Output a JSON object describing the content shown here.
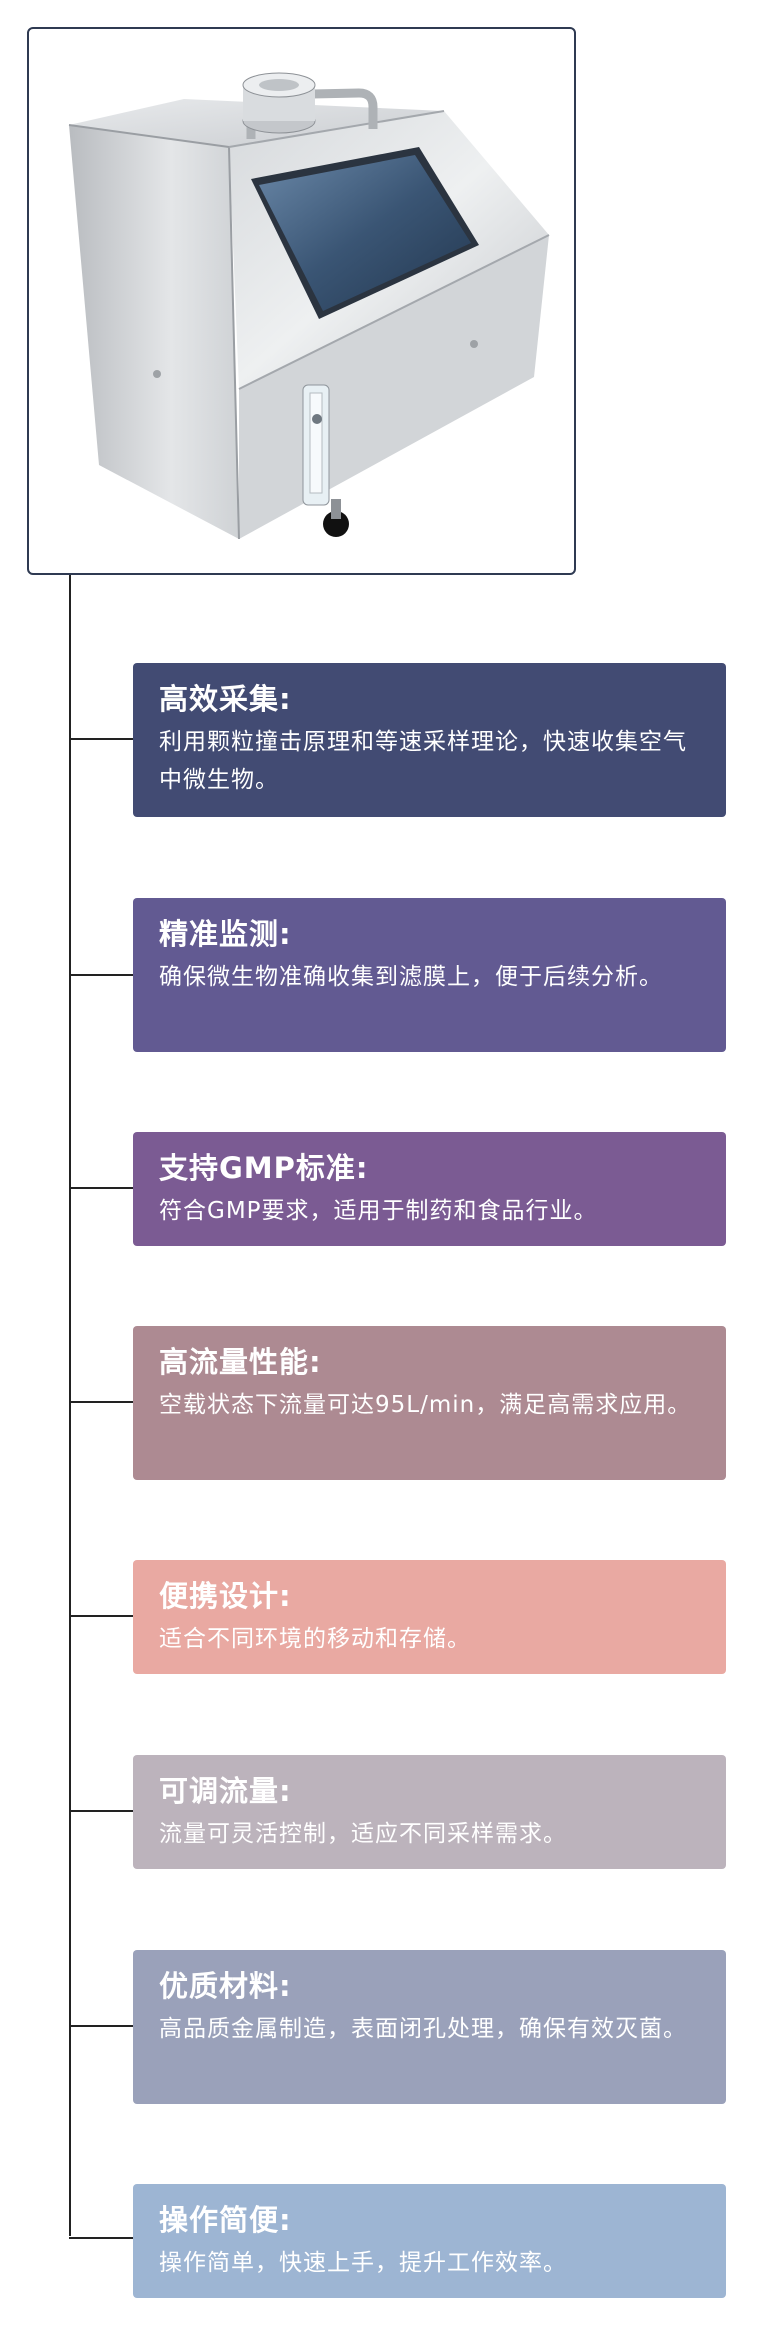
{
  "features": [
    {
      "title": "高效采集:",
      "desc": "利用颗粒撞击原理和等速采样理论，快速收集空气中微生物。",
      "color": "#424b73"
    },
    {
      "title": "精准监测:",
      "desc": "确保微生物准确收集到滤膜上，便于后续分析。",
      "color": "#625a92"
    },
    {
      "title": "支持GMP标准:",
      "desc": "符合GMP要求，适用于制药和食品行业。",
      "color": "#7b5b93"
    },
    {
      "title": "高流量性能:",
      "desc": "空载状态下流量可达95L/min，满足高需求应用。",
      "color": "#ad8a92"
    },
    {
      "title": "便携设计:",
      "desc": "适合不同环境的移动和存储。",
      "color": "#e9a9a2"
    },
    {
      "title": "可调流量:",
      "desc": "流量可灵活控制，适应不同采样需求。",
      "color": "#bcb3bc"
    },
    {
      "title": "优质材料:",
      "desc": "高品质金属制造，表面闭孔处理，确保有效灭菌。",
      "color": "#9aa1ba"
    },
    {
      "title": "操作简便:",
      "desc": "操作简单，快速上手，提升工作效率。",
      "color": "#9db5d3"
    }
  ]
}
